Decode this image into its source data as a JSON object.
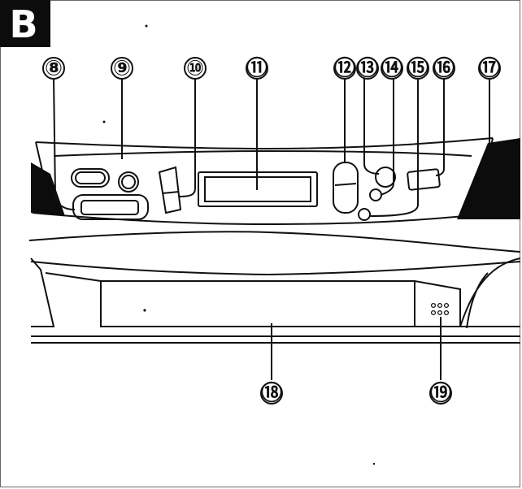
{
  "section_label": "B",
  "callouts": [
    {
      "id": "8",
      "label": "⑧"
    },
    {
      "id": "9",
      "label": "⑨"
    },
    {
      "id": "10",
      "label": "⑩"
    },
    {
      "id": "11",
      "label": "⑪"
    },
    {
      "id": "12",
      "label": "⑫"
    },
    {
      "id": "13",
      "label": "⑬"
    },
    {
      "id": "14",
      "label": "⑭"
    },
    {
      "id": "15",
      "label": "⑮"
    },
    {
      "id": "16",
      "label": "⑯"
    },
    {
      "id": "17",
      "label": "⑰"
    },
    {
      "id": "18",
      "label": "⑱"
    },
    {
      "id": "19",
      "label": "⑲"
    }
  ],
  "colors": {
    "line": "#111111",
    "fill_dark": "#0c0c0c",
    "paper": "#ffffff"
  }
}
